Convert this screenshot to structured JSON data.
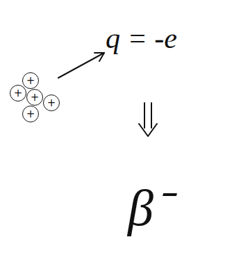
{
  "diagram": {
    "nodes": [
      {
        "text": [
          "+"
        ]
      },
      {
        "text": [
          "+"
        ]
      },
      {
        "text": [
          "+"
        ]
      },
      {
        "text": [
          "+"
        ]
      },
      {
        "text": [
          "+"
        ]
      }
    ],
    "labels": [
      "q = -e",
      "β⁻"
    ]
  }
}
